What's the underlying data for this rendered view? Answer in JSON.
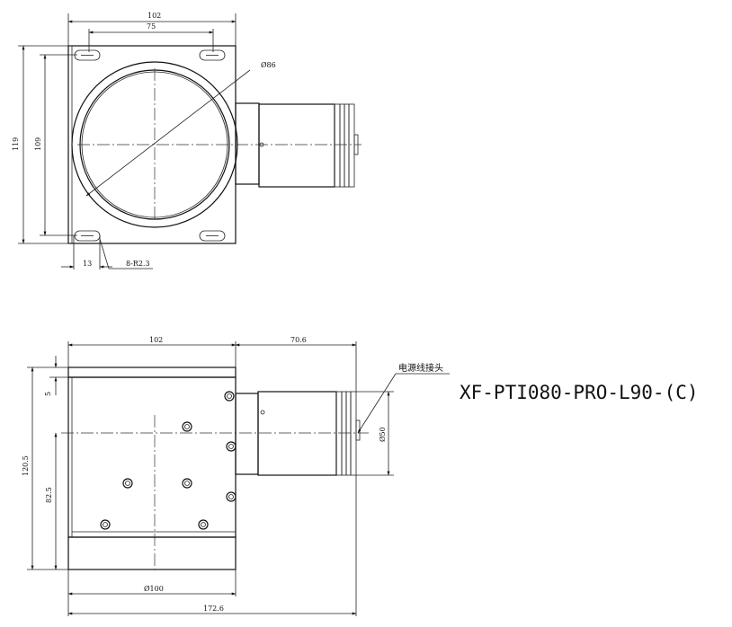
{
  "drawing": {
    "model_code": "XF-PTI080-PRO-L90-(C)",
    "top_view": {
      "width_overall": "102",
      "slot_spacing": "75",
      "height_overall": "119",
      "height_inner": "109",
      "aperture_diameter": "Ø86",
      "edge_offset": "13",
      "slot_callout": "8-R2.3"
    },
    "side_view": {
      "width_body": "102",
      "length_motor": "70.6",
      "plate_thickness": "5",
      "height_overall": "120.5",
      "height_center": "82.5",
      "motor_diameter": "Ø50",
      "base_diameter": "Ø100",
      "length_overall": "172.6",
      "connector_label": "电源线接头"
    }
  }
}
